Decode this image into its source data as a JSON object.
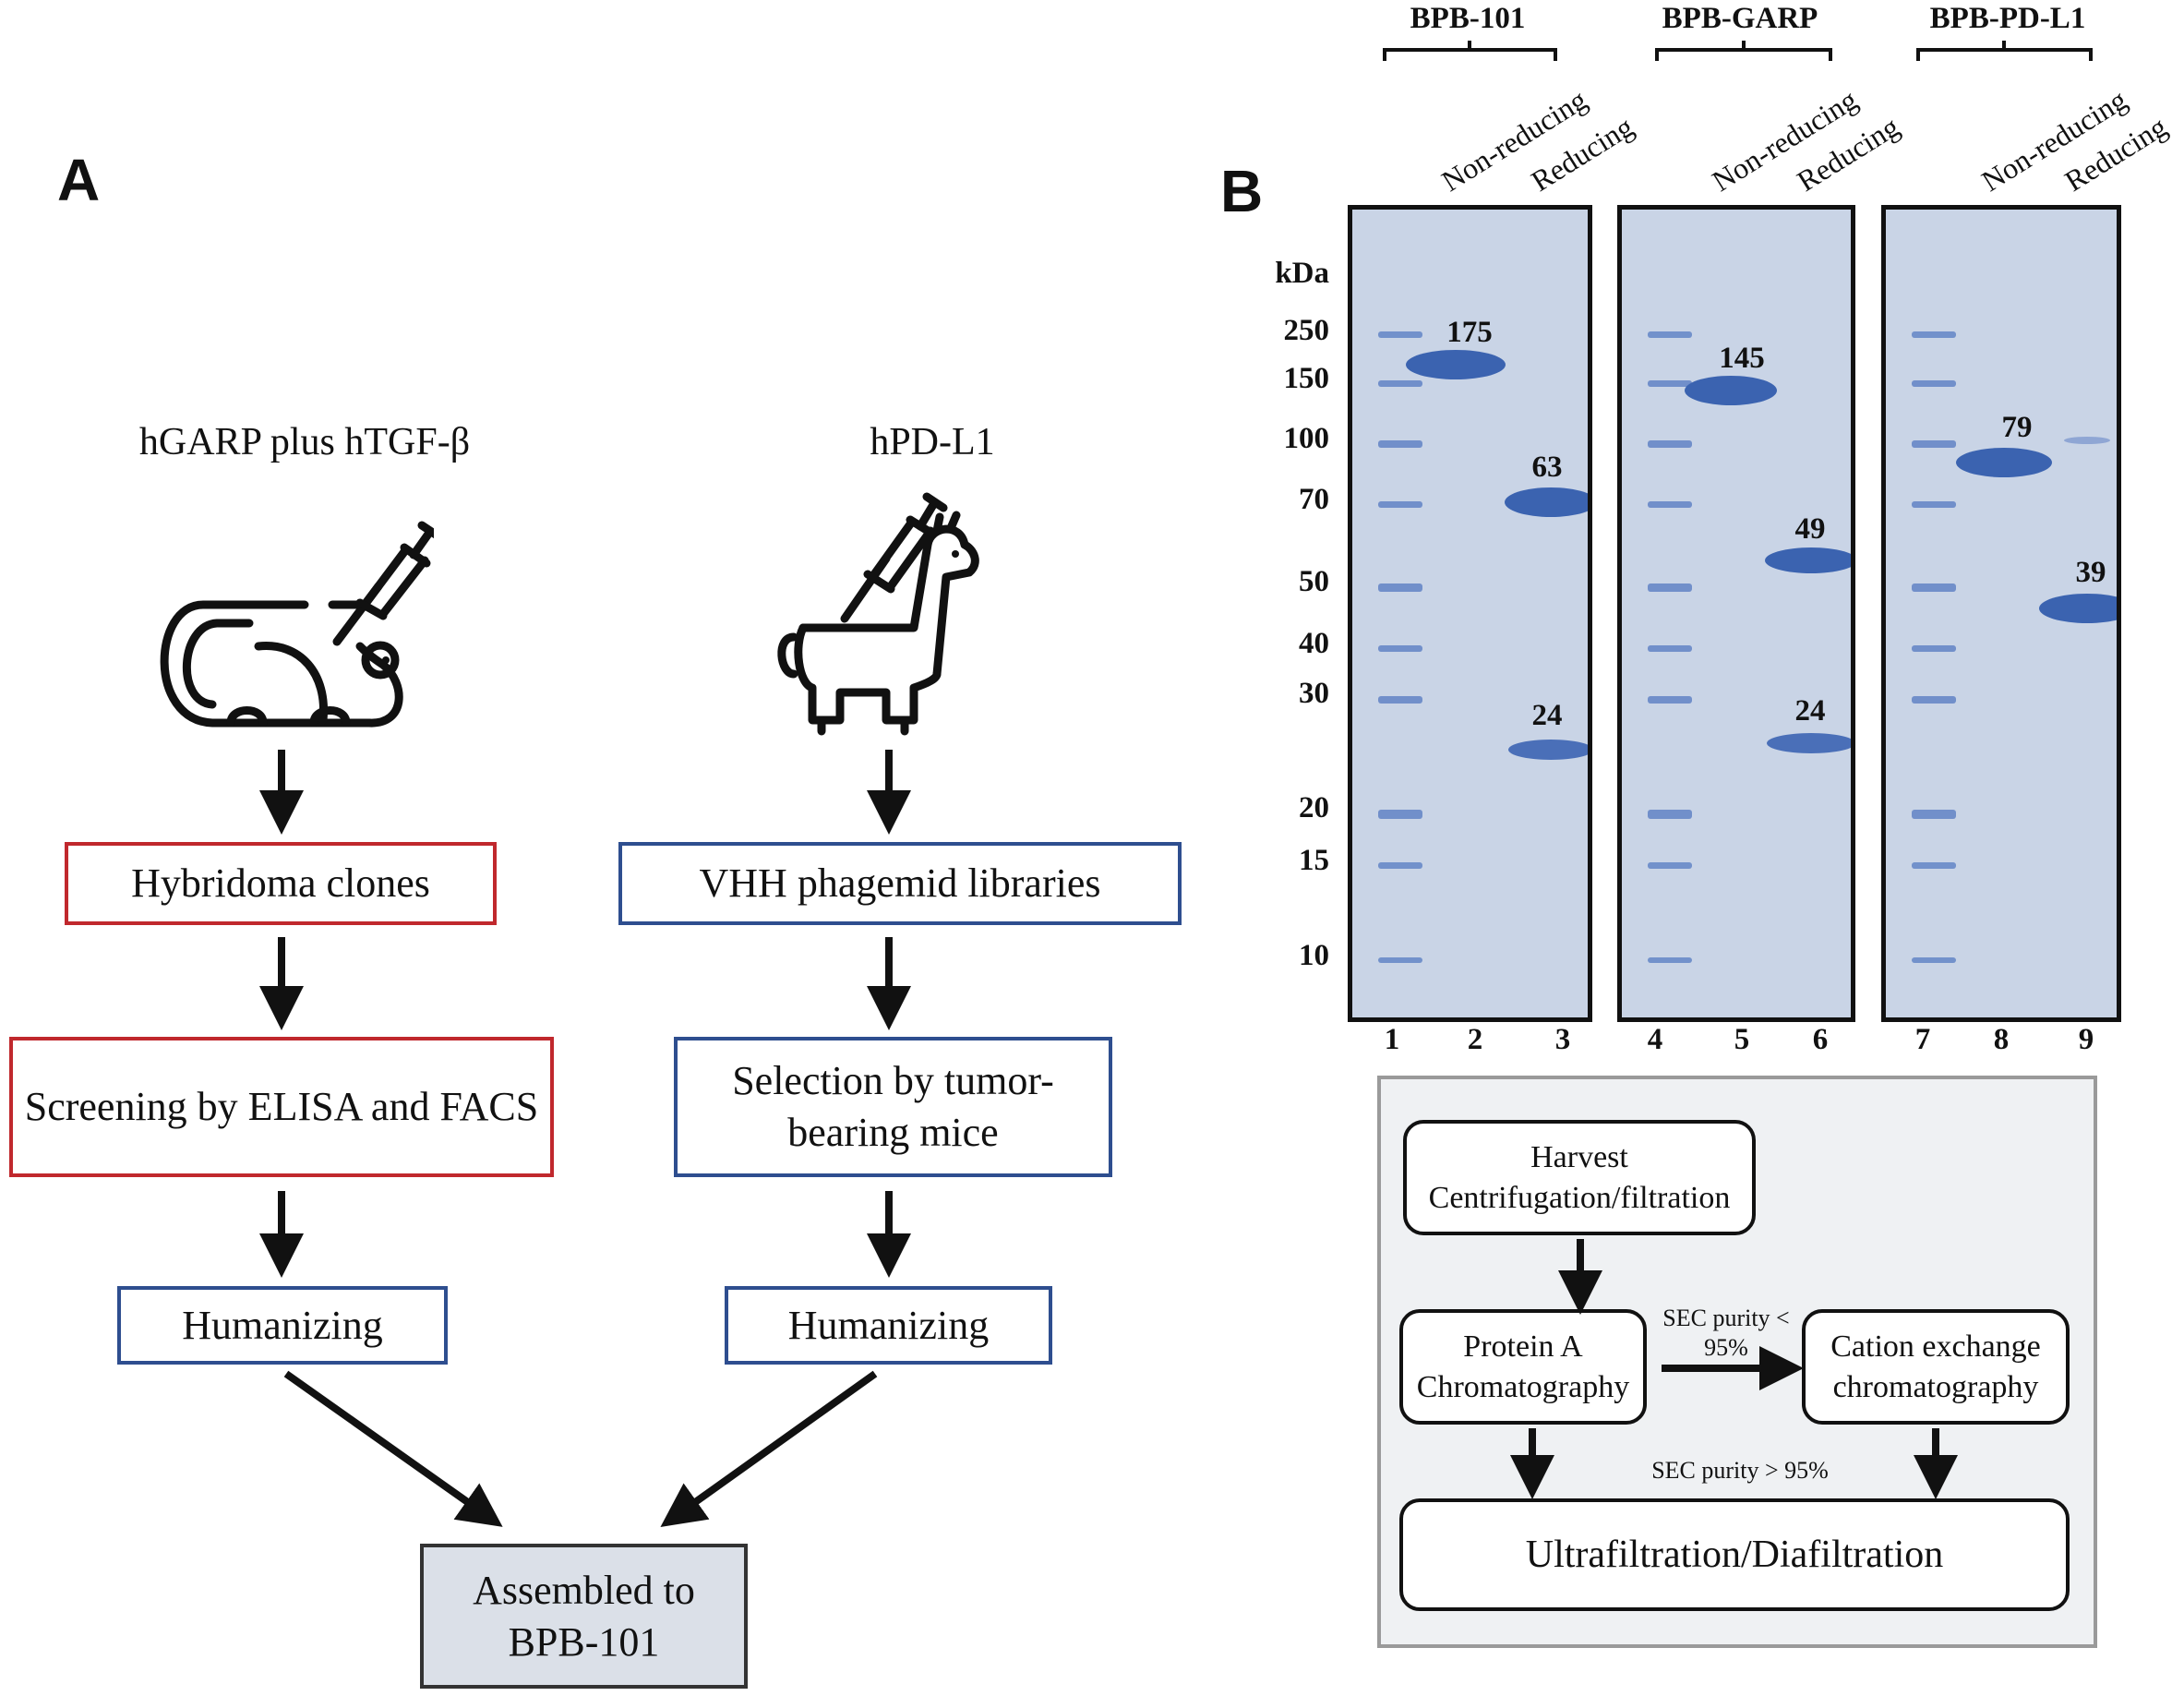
{
  "panelA": {
    "letter": "A",
    "left_antigen": "hGARP plus hTGF-β",
    "right_antigen": "hPD-L1",
    "left_steps": [
      "Hybridoma clones",
      "Screening by ELISA and FACS",
      "Humanizing"
    ],
    "right_steps": [
      "VHH phagemid libraries",
      "Selection by tumor-bearing mice",
      "Humanizing"
    ],
    "final": "Assembled to BPB-101",
    "icons": {
      "left": "mouse-syringe-icon",
      "right": "alpaca-syringe-icon"
    },
    "colors": {
      "red_border": "#c0282d",
      "blue_border": "#2e4e8f",
      "final_fill": "#dbe0e8"
    }
  },
  "panelB": {
    "letter": "B",
    "kda_label": "kDa",
    "markers": [
      250,
      150,
      100,
      70,
      50,
      40,
      30,
      20,
      15,
      10
    ],
    "lane_numbers": [
      "1",
      "2",
      "3",
      "4",
      "5",
      "6",
      "7",
      "8",
      "9"
    ],
    "groups": [
      {
        "title": "BPB-101",
        "lanes": [
          "Non-reducing",
          "Reducing"
        ],
        "bands": {
          "non_reducing": [
            "175"
          ],
          "reducing": [
            "63",
            "24"
          ]
        }
      },
      {
        "title": "BPB-GARP",
        "lanes": [
          "Non-reducing",
          "Reducing"
        ],
        "bands": {
          "non_reducing": [
            "145"
          ],
          "reducing": [
            "49",
            "24"
          ]
        }
      },
      {
        "title": "BPB-PD-L1",
        "lanes": [
          "Non-reducing",
          "Reducing"
        ],
        "bands": {
          "non_reducing": [
            "79"
          ],
          "reducing": [
            "39"
          ]
        }
      }
    ],
    "gel_color": "#c9d4e6",
    "band_color": "#3b63b0",
    "flow": {
      "harvest": "Harvest Centrifugation/filtration",
      "protein_a": "Protein A Chromatography",
      "cation": "Cation exchange chromatography",
      "sec_low": "SEC purity < 95%",
      "sec_high": "SEC purity > 95%",
      "uf": "Ultrafiltration/Diafiltration",
      "panel_fill": "#eff1f3"
    }
  }
}
